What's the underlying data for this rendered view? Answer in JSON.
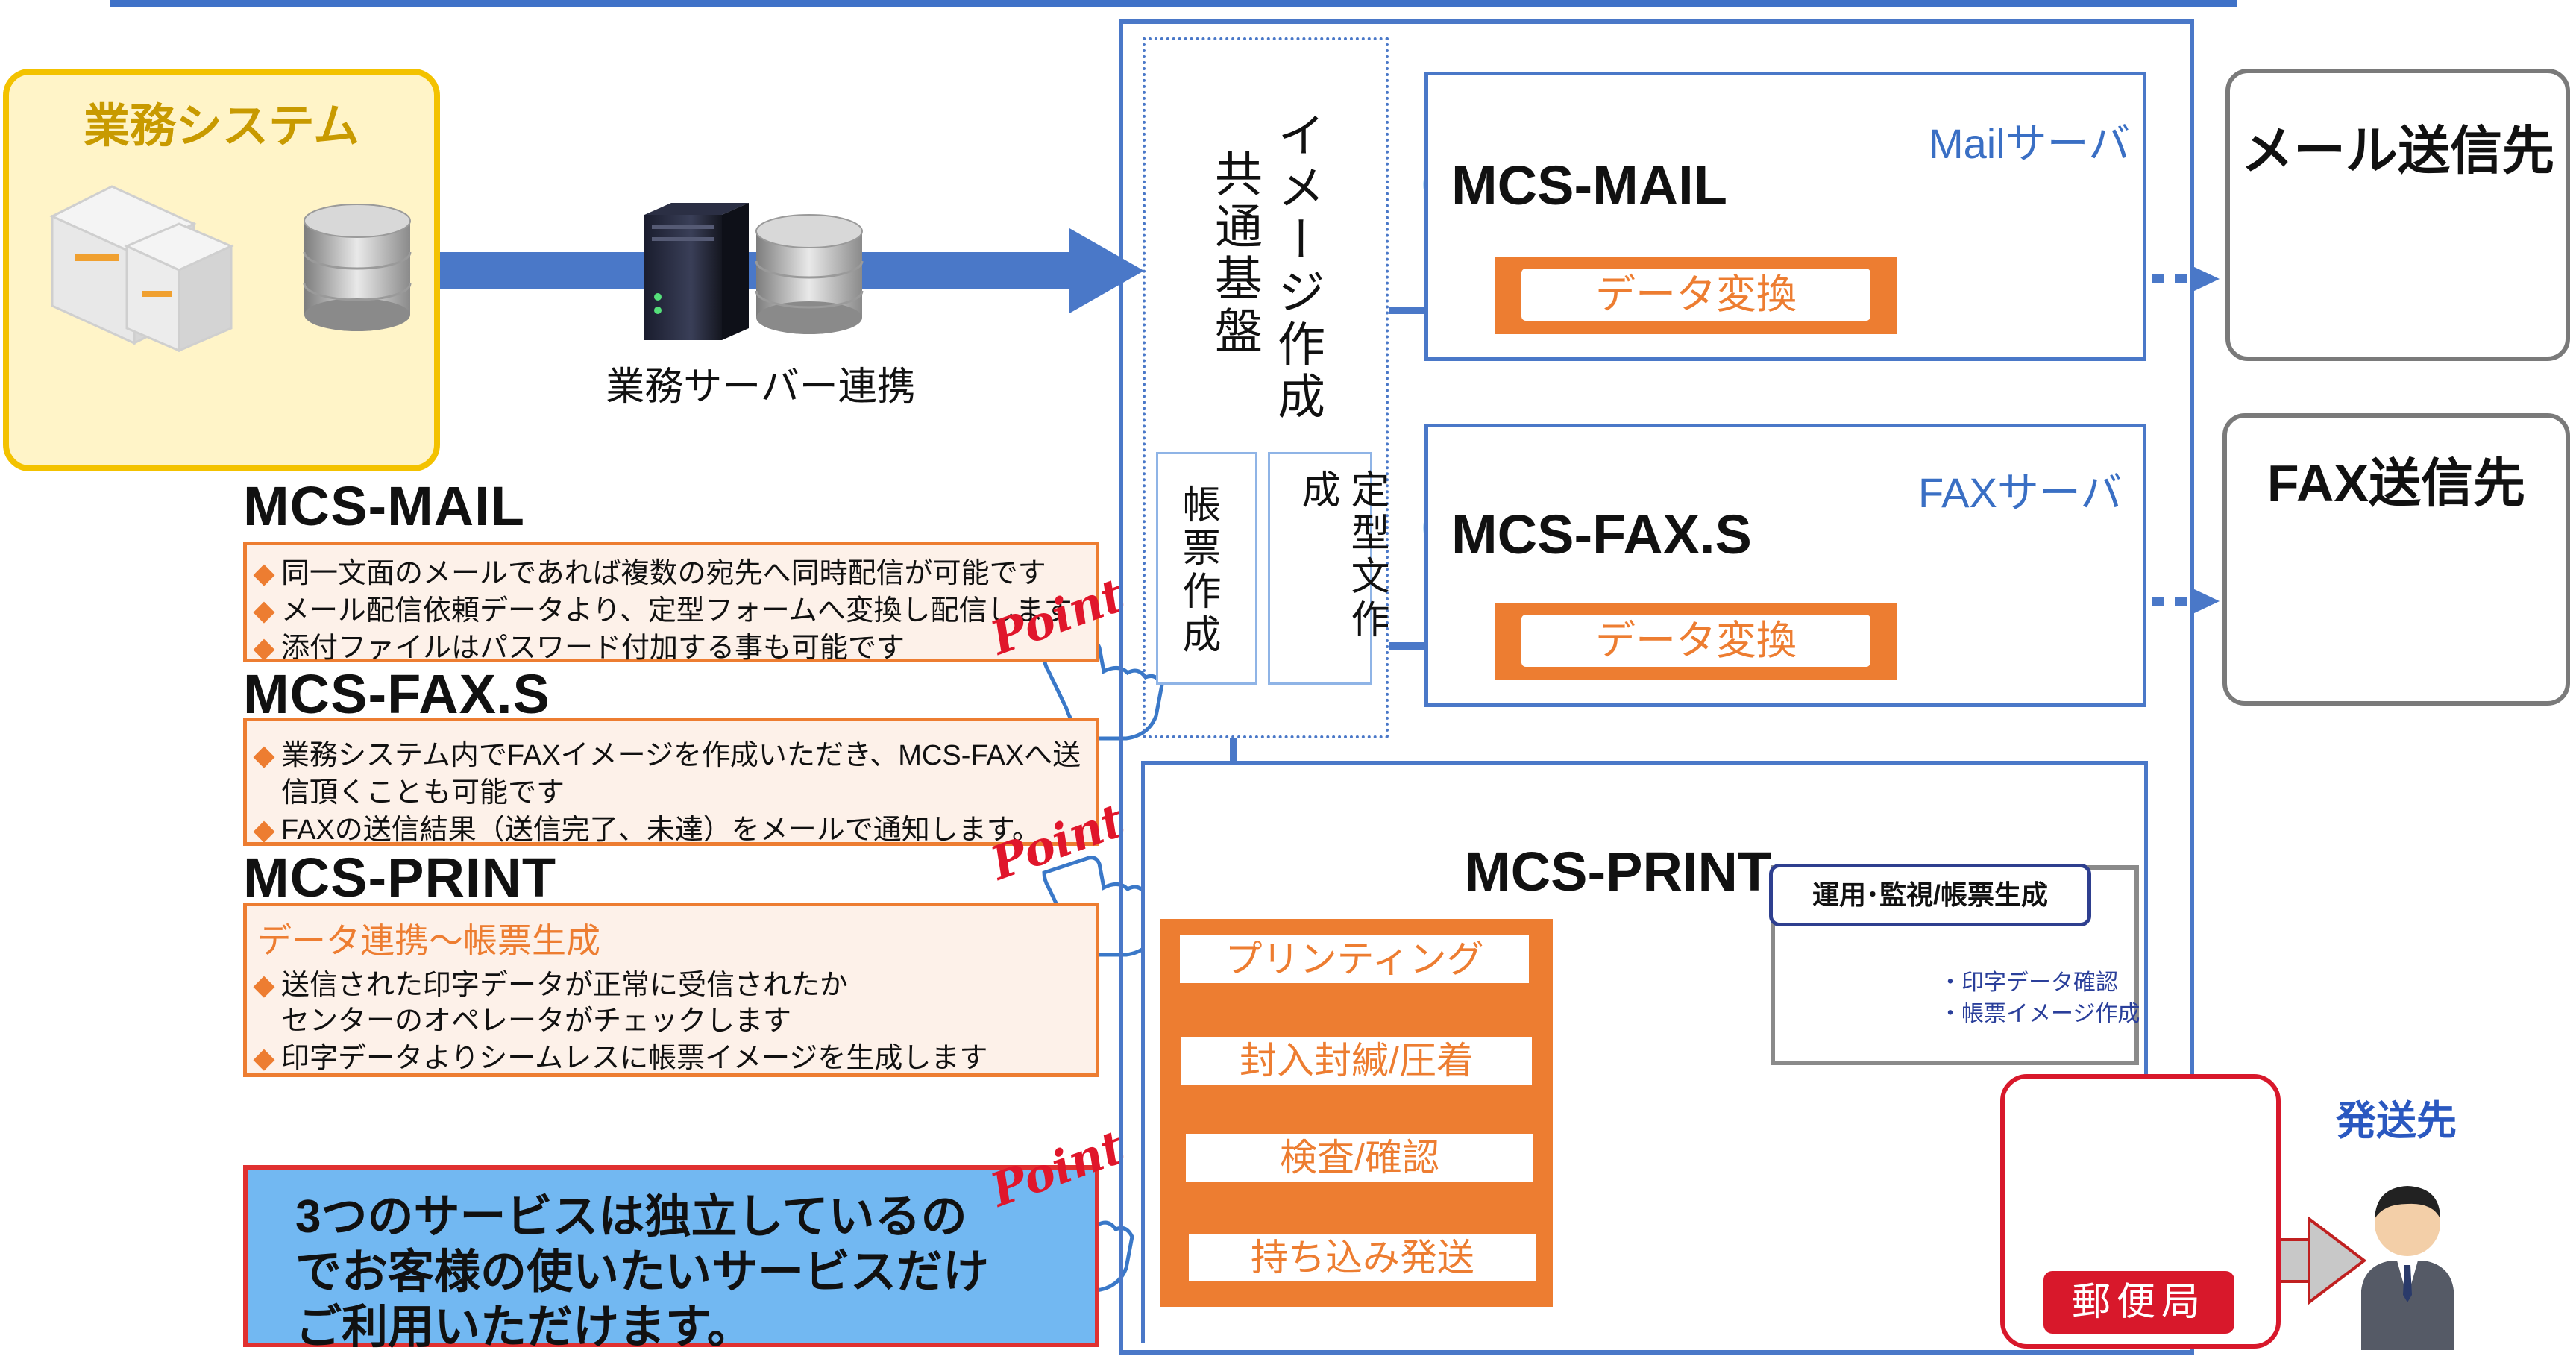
{
  "system": {
    "title": "業務システム",
    "link_label": "業務サーバー連携"
  },
  "info_mail": {
    "title": "MCS-MAIL",
    "bullets": [
      "同一文面のメールであれば複数の宛先へ同時配信が可能です",
      "メール配信依頼データより、定型フォームへ変換し配信します",
      "添付ファイルはパスワード付加する事も可能です"
    ]
  },
  "info_fax": {
    "title": "MCS-FAX.S",
    "bullets": [
      "業務システム内でFAXイメージを作成いただき、MCS-FAXへ送",
      "信頂くことも可能です",
      "FAXの送信結果（送信完了、未達）をメールで通知します。"
    ]
  },
  "info_print": {
    "title": "MCS-PRINT",
    "heading": "データ連携～帳票生成",
    "bullets": [
      "送信された印字データが正常に受信されたか",
      "センターのオペレータがチェックします",
      "印字データよりシームレスに帳票イメージを生成します"
    ]
  },
  "note": {
    "lines": [
      "3つのサービスは独立しているの",
      "でお客様の使いたいサービスだけ",
      "ご利用いただけます。"
    ]
  },
  "point_label": "Point",
  "platform": {
    "title_col1": "イメージ作成",
    "title_col2": "共通基盤",
    "sub1": "帳票作成",
    "sub2": "定型文作成"
  },
  "mail_service": {
    "cloud_label": "MCS-MAIL",
    "server_label": "Mailサーバ",
    "conversion": "データ変換"
  },
  "fax_service": {
    "cloud_label": "MCS-FAX.S",
    "server_label": "FAXサーバ",
    "conversion": "データ変換"
  },
  "print_service": {
    "cloud_label": "MCS-PRINT",
    "steps": [
      "プリンティング",
      "封入封緘/圧着",
      "検査/確認",
      "持ち込み発送"
    ],
    "ops_title": "運用･監視/帳票生成",
    "ops_items": [
      "・印字データ確認",
      "・帳票イメージ作成"
    ]
  },
  "destinations": {
    "mail": "メール送信先",
    "fax": "FAX送信先",
    "post_office": "郵便局",
    "recipient": "発送先"
  },
  "colors": {
    "accent_orange": "#ed7d31",
    "frame_blue": "#4a78c8",
    "system_yellow": "#f3c200",
    "post_red": "#d8182b",
    "note_blue": "#72b8f2"
  }
}
